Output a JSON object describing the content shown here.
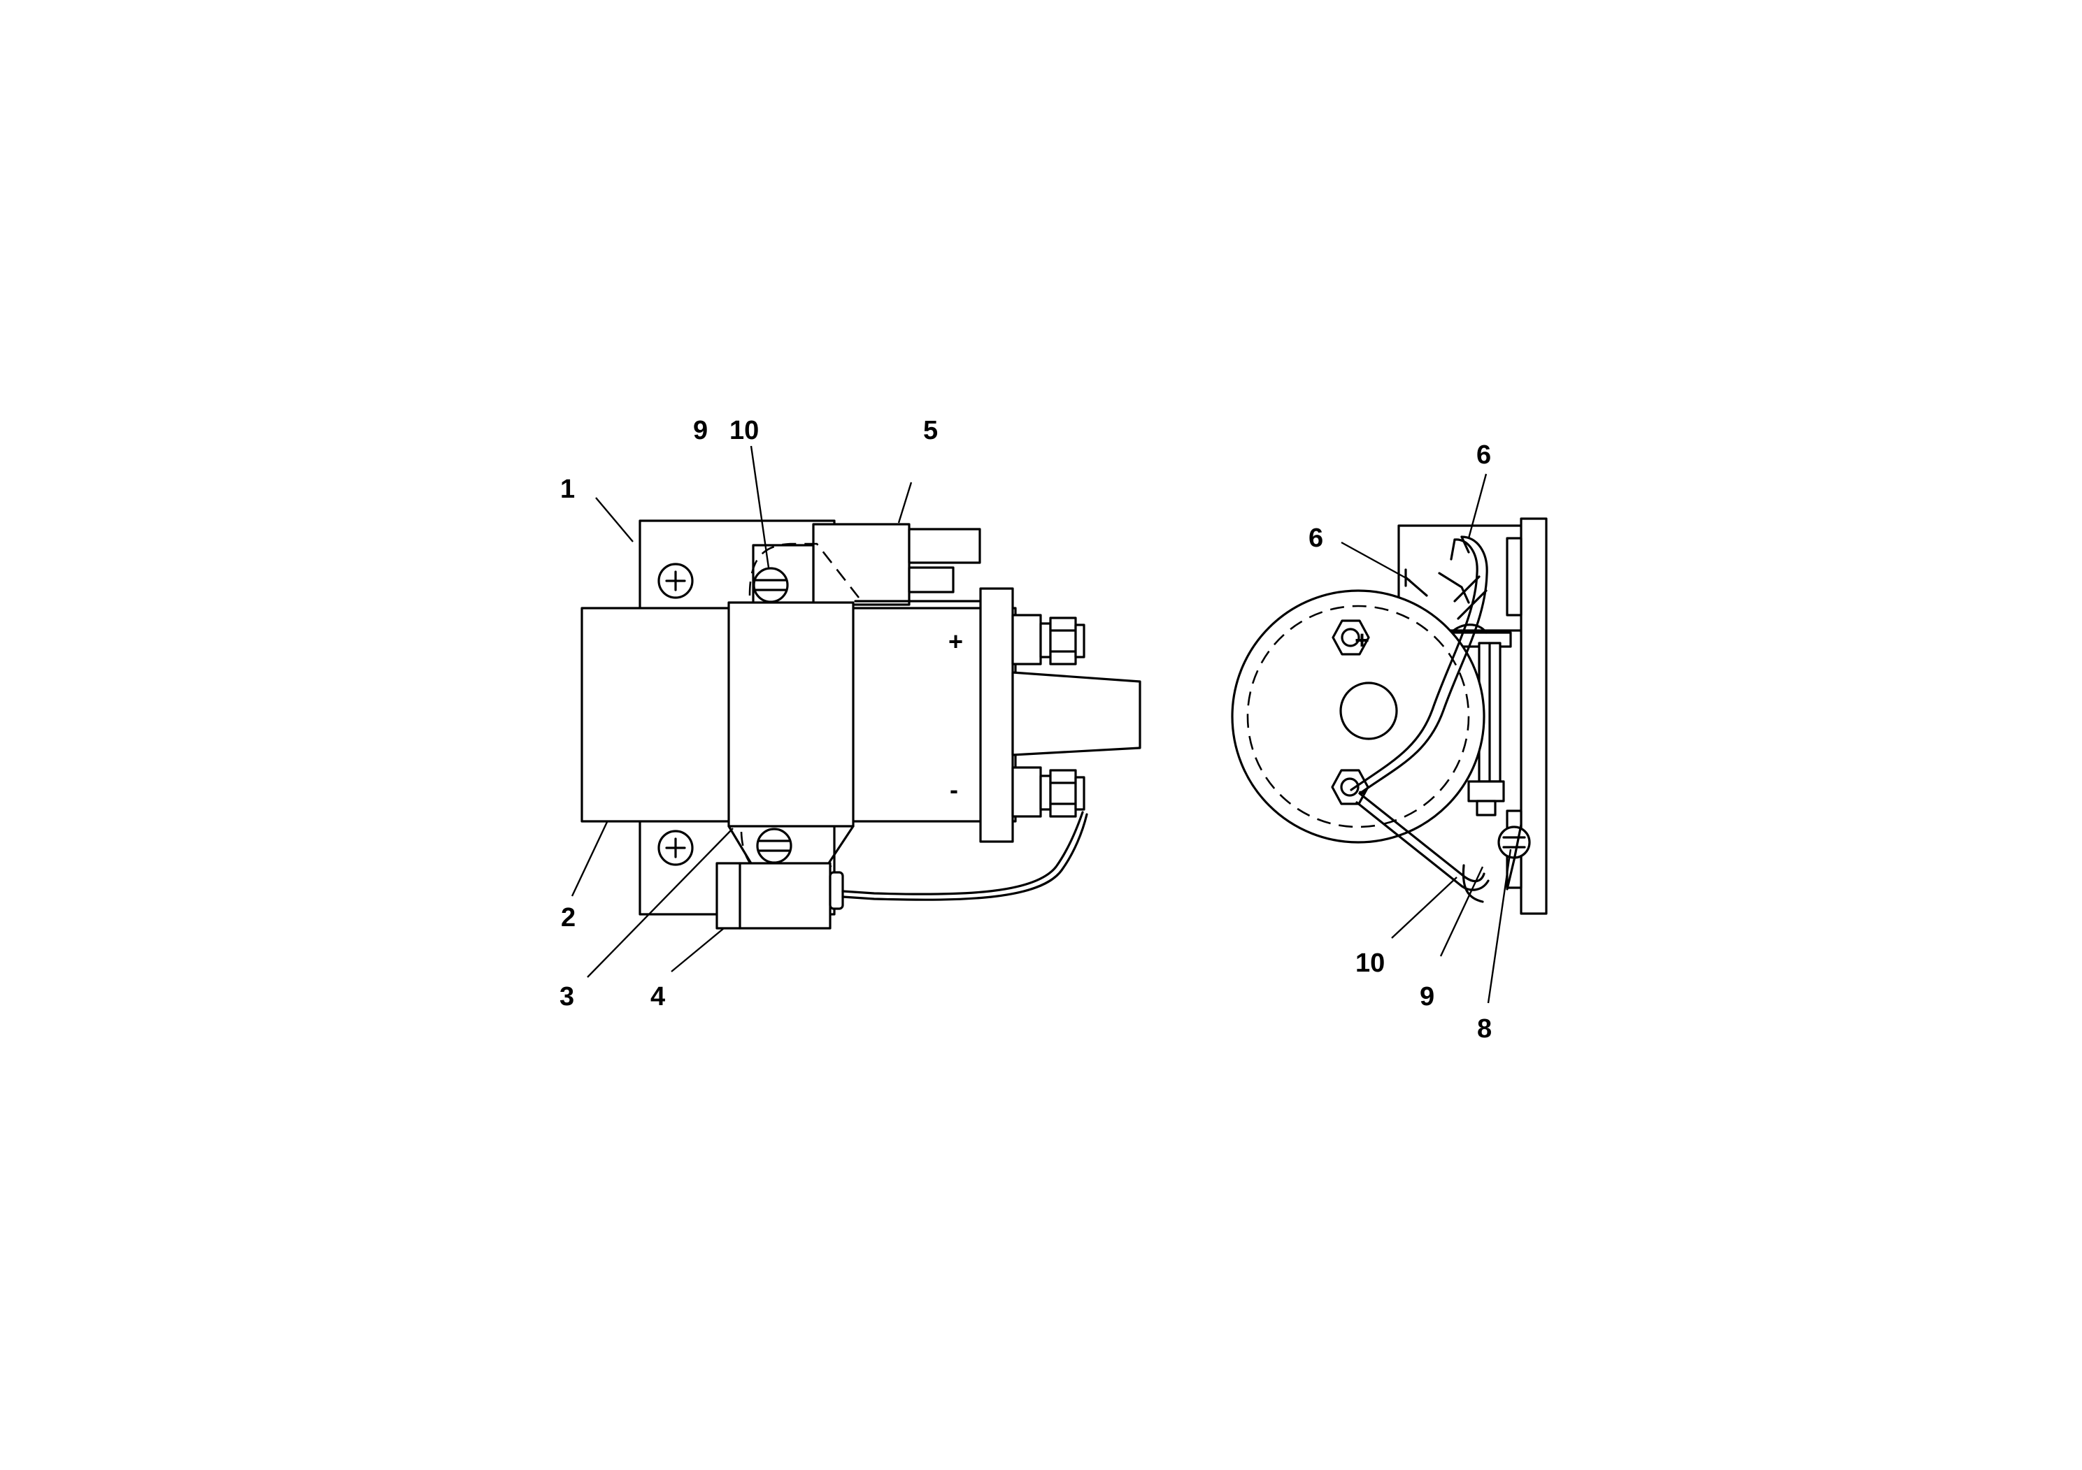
{
  "callouts_left": {
    "c1": "1",
    "c2": "2",
    "c3": "3",
    "c4": "4",
    "c5": "5",
    "c9": "9",
    "c10": "10"
  },
  "callouts_right": {
    "c6a": "6",
    "c6b": "6",
    "c8": "8",
    "c9": "9",
    "c10": "10"
  },
  "terminal_signs": {
    "plus": "+",
    "minus": "-"
  },
  "colors": {
    "line": "#000000",
    "background": "#ffffff"
  }
}
